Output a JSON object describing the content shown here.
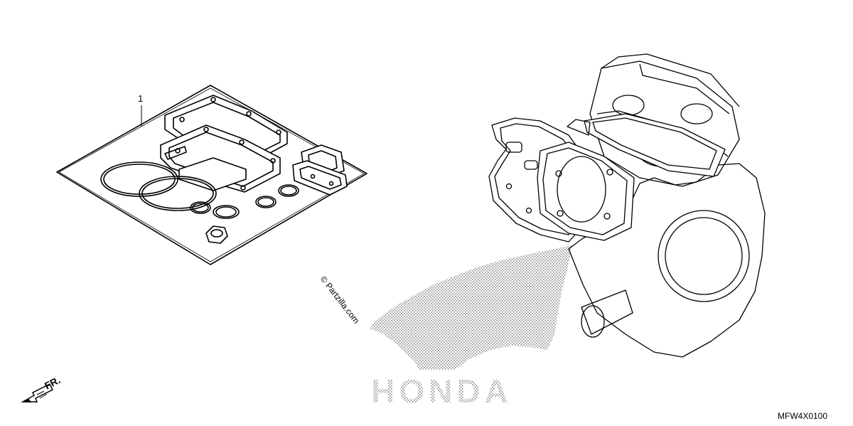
{
  "diagram": {
    "callouts": [
      {
        "number": "1"
      }
    ],
    "direction_label": "FR.",
    "diagram_code": "MFW4X0100",
    "watermark": "© Partzilla.com",
    "brand_logo_text": "HONDA",
    "icons": [
      "direction-arrow-icon",
      "honda-wing-logo"
    ]
  }
}
